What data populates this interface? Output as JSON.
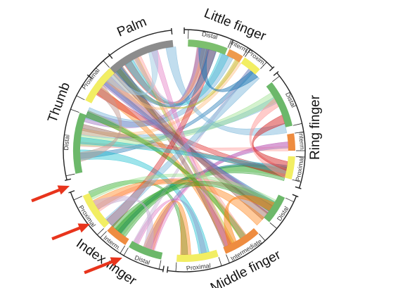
{
  "diagram": {
    "type": "chord-diagram",
    "groups": [
      {
        "key": "palm",
        "label": "Palm"
      },
      {
        "key": "little",
        "label": "Little finger"
      },
      {
        "key": "ring",
        "label": "Ring finger"
      },
      {
        "key": "middle",
        "label": "Middle finger"
      },
      {
        "key": "index",
        "label": "Index finger"
      },
      {
        "key": "thumb",
        "label": "Thumb"
      }
    ],
    "segments": [
      {
        "group": "palm",
        "label": "",
        "color": "#8c8c8c"
      },
      {
        "group": "little",
        "label": "Distal",
        "color": "#7cbf6e"
      },
      {
        "group": "little",
        "label": "Interm.",
        "color": "#ee9a4d"
      },
      {
        "group": "little",
        "label": "Proxim.",
        "color": "#f2ee63"
      },
      {
        "group": "ring",
        "label": "Distal",
        "color": "#6cb86a"
      },
      {
        "group": "ring",
        "label": "Interm.",
        "color": "#ee8c40"
      },
      {
        "group": "ring",
        "label": "Proximal",
        "color": "#f2ee63"
      },
      {
        "group": "middle",
        "label": "Distal",
        "color": "#6cb86a"
      },
      {
        "group": "middle",
        "label": "Intermediate",
        "color": "#ee8c40"
      },
      {
        "group": "middle",
        "label": "Proximal",
        "color": "#f2ee63"
      },
      {
        "group": "index",
        "label": "Distal",
        "color": "#6cb86a"
      },
      {
        "group": "index",
        "label": "Interm.",
        "color": "#ee8c40"
      },
      {
        "group": "index",
        "label": "Proximal",
        "color": "#f2ee63"
      },
      {
        "group": "thumb",
        "label": "Distal",
        "color": "#6cb86a"
      },
      {
        "group": "thumb",
        "label": "Proximal",
        "color": "#f2ee63"
      }
    ],
    "ribbon_palette": [
      "#1f77b4",
      "#6baed6",
      "#2ca02c",
      "#98df8a",
      "#d62728",
      "#ff9896",
      "#9467bd",
      "#c5b0d5",
      "#8c564b",
      "#ff7f0e",
      "#ffbb78",
      "#e377c2",
      "#17becf",
      "#bcbd22"
    ],
    "arrows": {
      "color": "#e8341c",
      "count": 3
    }
  }
}
